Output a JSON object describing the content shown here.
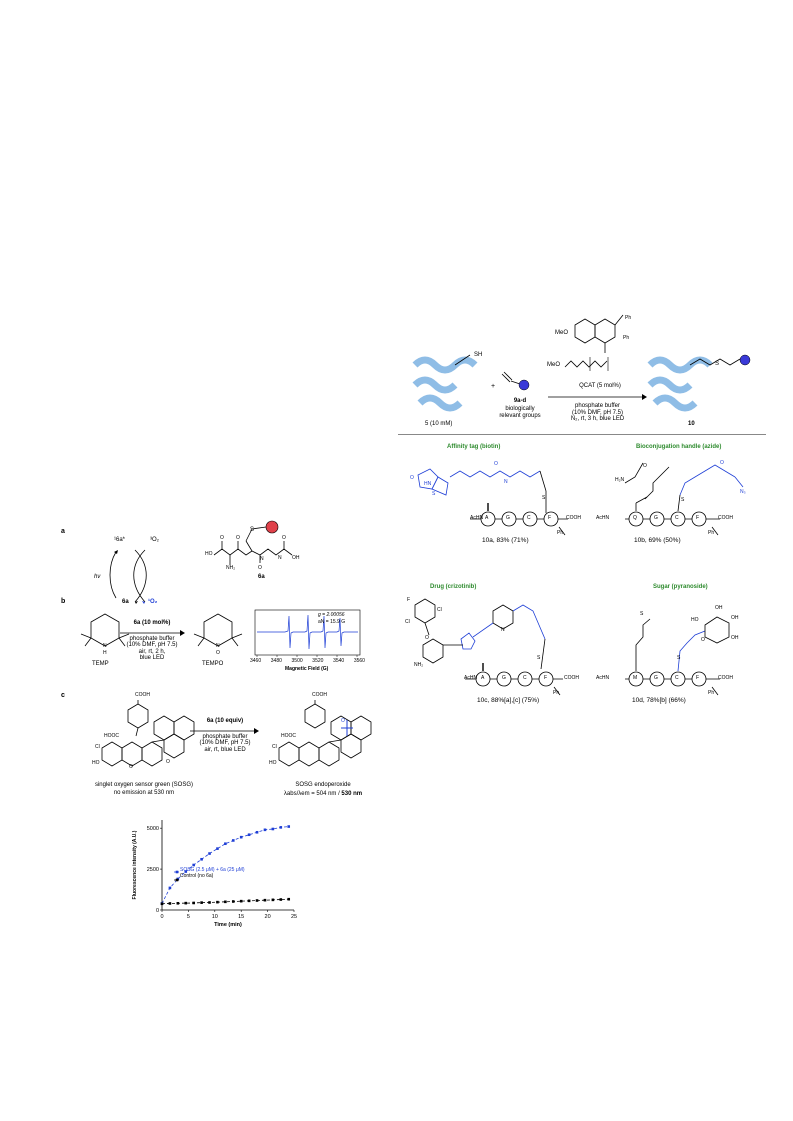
{
  "left": {
    "a": {
      "label": "a",
      "excited": "¹6a*",
      "triplet_o2": "³O₂",
      "hv": "hν",
      "ground": "6a",
      "singlet_o2": "¹O₂",
      "mol_label": "6a",
      "nh2": "NH₂",
      "ho": "HO"
    },
    "b": {
      "label": "b",
      "temp": "TEMP",
      "tempo": "TEMPO",
      "nh": "N",
      "h": "H",
      "conditions": [
        "6a (10 mol%)",
        "phosphate buffer",
        "(10% DMF, pH 7.5)",
        "air, rt, 2 h,",
        "blue LED"
      ],
      "g_value": "g = 2.00056",
      "a_value": "aN = 15.9 G",
      "xlabel": "Magnetic Field (G)",
      "xticks": [
        "3460",
        "3480",
        "3500",
        "3520",
        "3540",
        "3560"
      ]
    },
    "c": {
      "label": "c",
      "sosg_name": "singlet oxygen sensor green (SOSG)",
      "sosg_note": "no emission at 530 nm",
      "product_name": "SOSG endoperoxide",
      "product_note_pre": "λabs/λem = 504 nm / ",
      "product_note_bold": "530 nm",
      "cooh": "COOH",
      "hooc": "HOOC",
      "cl": "Cl",
      "ho": "HO",
      "o": "O",
      "conditions": [
        "6a (10 equiv)",
        "phosphate buffer",
        "(10% DMF, pH 7.5)",
        "air, rt, blue LED"
      ]
    }
  },
  "right": {
    "reactant": "5 (10 mM)",
    "sh": "SH",
    "plus": "+",
    "reagent_name": "9a-d",
    "reagent_desc": [
      "biologically",
      "relevant groups"
    ],
    "catalyst": "QCAT (5 mol%)",
    "conditions": [
      "phosphate buffer",
      "(10% DMF, pH 7.5)",
      "N₂, rt, 3 h, blue LED"
    ],
    "product": "10",
    "meo": "MeO",
    "ph": "Ph",
    "examples": [
      {
        "title": "Affinity tag (biotin)",
        "result": "10a, 83% (71%)",
        "peptide": [
          "A",
          "G",
          "C",
          "F"
        ],
        "acn": "AcHN",
        "cooh": "COOH",
        "ph": "Ph"
      },
      {
        "title": "Bioconjugation handle (azide)",
        "result": "10b, 69% (50%)",
        "peptide": [
          "Q",
          "G",
          "C",
          "F"
        ],
        "acn": "AcHN",
        "cooh": "COOH",
        "ph": "Ph"
      },
      {
        "title": "Drug (crizotinib)",
        "result": "10c, 88%[a],[c] (75%)",
        "peptide": [
          "A",
          "G",
          "C",
          "F"
        ],
        "acn": "AcHN",
        "cooh": "COOH",
        "ph": "Ph"
      },
      {
        "title": "Sugar (pyranoside)",
        "result": "10d, 78%[b] (66%)",
        "peptide": [
          "M",
          "G",
          "C",
          "F"
        ],
        "acn": "AcHN",
        "cooh": "COOH",
        "ph": "Ph"
      }
    ]
  },
  "chart_data": {
    "type": "scatter",
    "title": "",
    "xlabel": "Time (min)",
    "ylabel": "Fluorescence intensity (A.U.)",
    "xlim": [
      0,
      25
    ],
    "ylim": [
      0,
      5500
    ],
    "xticks": [
      0,
      5,
      10,
      15,
      20,
      25
    ],
    "yticks": [
      0,
      2500,
      5000
    ],
    "legend_position": "center-left",
    "series": [
      {
        "name": "SOSG (2.5 μM) + 6a (25 μM)",
        "color": "#1f3fd6",
        "marker": "square",
        "line": "dashed",
        "x": [
          0,
          1.5,
          3,
          4.5,
          6,
          7.5,
          9,
          10.5,
          12,
          13.5,
          15,
          16.5,
          18,
          19.5,
          21,
          22.5,
          24
        ],
        "y": [
          400,
          1350,
          1900,
          2350,
          2750,
          3100,
          3450,
          3750,
          4050,
          4250,
          4450,
          4600,
          4750,
          4900,
          4950,
          5050,
          5100
        ]
      },
      {
        "name": "Control (no 6a)",
        "color": "#000000",
        "marker": "square",
        "line": "dashed",
        "x": [
          0,
          1.5,
          3,
          4.5,
          6,
          7.5,
          9,
          10.5,
          12,
          13.5,
          15,
          16.5,
          18,
          19.5,
          21,
          22.5,
          24
        ],
        "y": [
          380,
          400,
          410,
          420,
          430,
          450,
          460,
          480,
          500,
          520,
          540,
          560,
          580,
          600,
          620,
          640,
          660
        ]
      }
    ]
  }
}
